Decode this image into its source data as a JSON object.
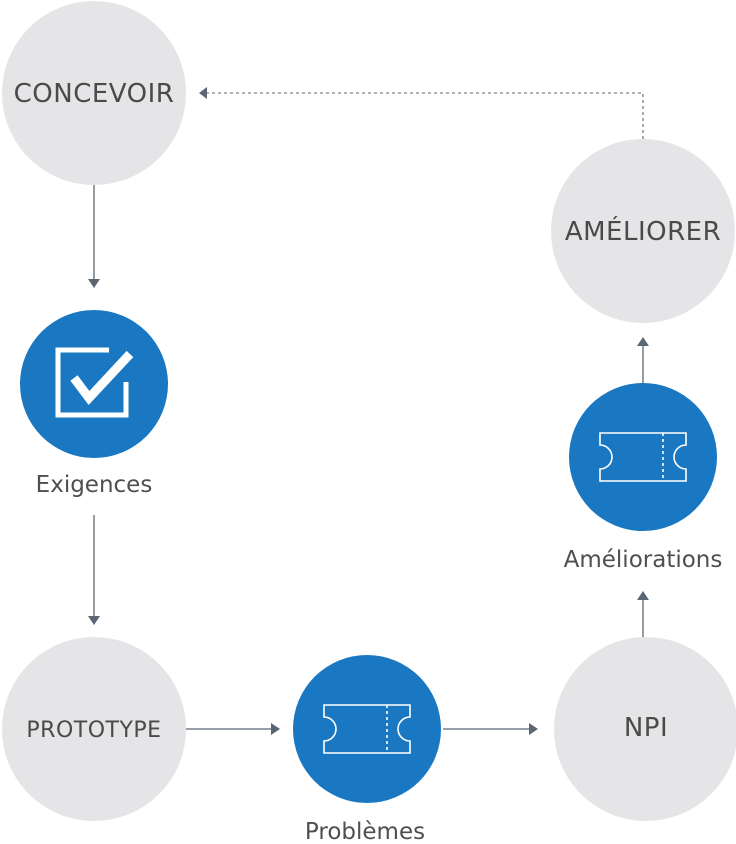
{
  "colors": {
    "stage": "#e5e5e7",
    "artifact": "#1a78c2",
    "connector": "#5b6673",
    "icon": "#ffffff",
    "text": "#4a4a4a"
  },
  "stages": {
    "concevoir": "CONCEVOIR",
    "ameliorer": "AMÉLIORER",
    "prototype": "PROTOTYPE",
    "npi": "NPI"
  },
  "artifacts": {
    "exigences": {
      "label": "Exigences",
      "icon": "checkbox-icon"
    },
    "ameliorations": {
      "label": "Améliorations",
      "icon": "ticket-icon"
    },
    "problemes": {
      "label": "Problèmes",
      "icon": "ticket-icon"
    }
  },
  "connectors": [
    {
      "from": "concevoir",
      "to": "exigences",
      "style": "solid"
    },
    {
      "from": "exigences",
      "to": "prototype",
      "style": "solid"
    },
    {
      "from": "prototype",
      "to": "problemes",
      "style": "solid"
    },
    {
      "from": "problemes",
      "to": "npi",
      "style": "solid"
    },
    {
      "from": "npi",
      "to": "ameliorations",
      "style": "solid"
    },
    {
      "from": "ameliorations",
      "to": "ameliorer",
      "style": "solid"
    },
    {
      "from": "ameliorer",
      "to": "concevoir",
      "style": "dashed"
    }
  ]
}
